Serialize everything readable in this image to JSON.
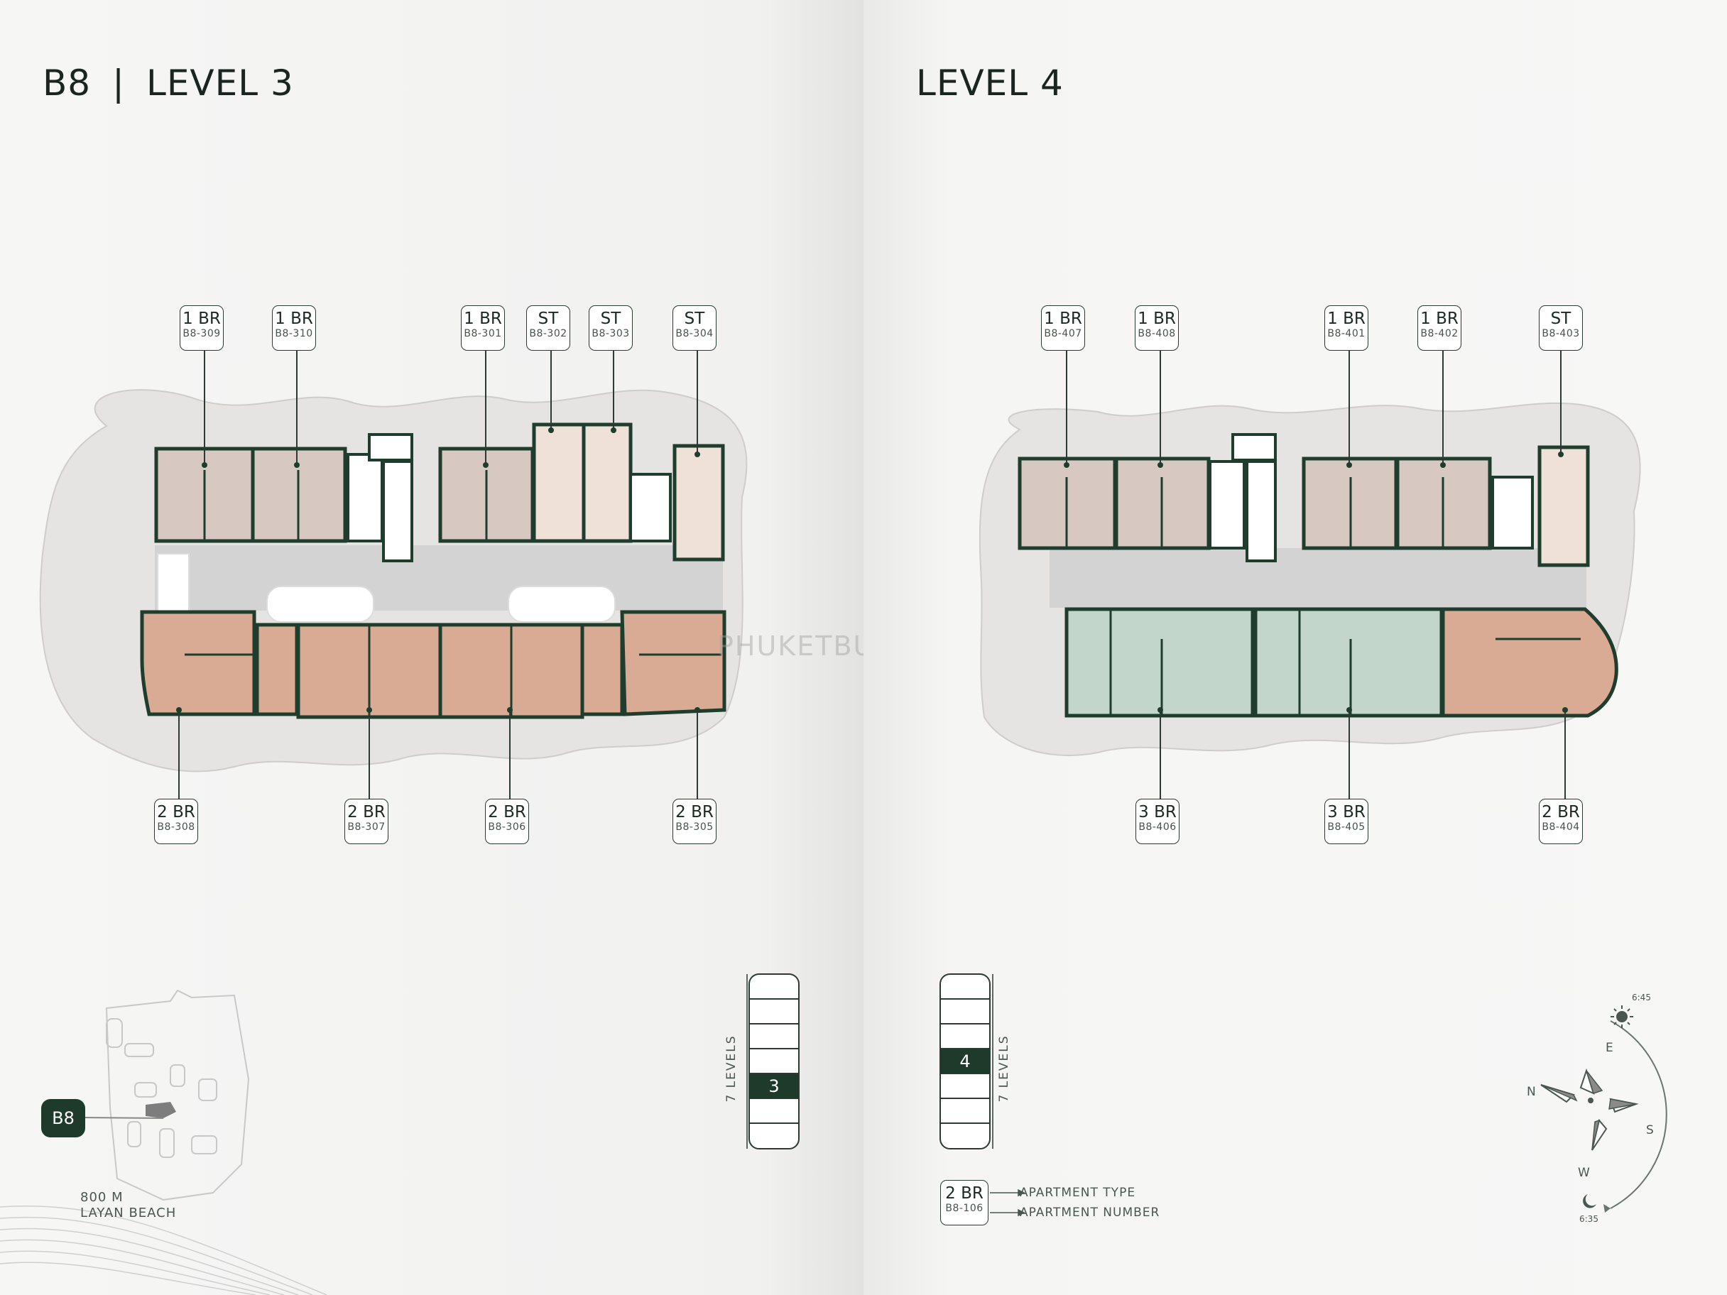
{
  "left_page": {
    "title_building": "B8",
    "title_separator": "|",
    "title_level": "LEVEL 3",
    "units_top": [
      {
        "type": "1 BR",
        "number": "B8-309"
      },
      {
        "type": "1 BR",
        "number": "B8-310"
      },
      {
        "type": "1 BR",
        "number": "B8-301"
      },
      {
        "type": "ST",
        "number": "B8-302"
      },
      {
        "type": "ST",
        "number": "B8-303"
      },
      {
        "type": "ST",
        "number": "B8-304"
      }
    ],
    "units_bottom": [
      {
        "type": "2 BR",
        "number": "B8-308"
      },
      {
        "type": "2 BR",
        "number": "B8-307"
      },
      {
        "type": "2 BR",
        "number": "B8-306"
      },
      {
        "type": "2 BR",
        "number": "B8-305"
      }
    ],
    "site_map": {
      "badge": "B8",
      "distance": "800 M",
      "beach": "LAYAN BEACH"
    },
    "levels_indicator": {
      "label": "7 LEVELS",
      "current": "3",
      "total_levels": 7,
      "current_index_from_bottom": 3
    }
  },
  "right_page": {
    "title_level": "LEVEL 4",
    "units_top": [
      {
        "type": "1 BR",
        "number": "B8-407"
      },
      {
        "type": "1 BR",
        "number": "B8-408"
      },
      {
        "type": "1 BR",
        "number": "B8-401"
      },
      {
        "type": "1 BR",
        "number": "B8-402"
      },
      {
        "type": "ST",
        "number": "B8-403"
      }
    ],
    "units_bottom": [
      {
        "type": "3 BR",
        "number": "B8-406"
      },
      {
        "type": "3 BR",
        "number": "B8-405"
      },
      {
        "type": "2 BR",
        "number": "B8-404"
      }
    ],
    "levels_indicator": {
      "label": "7 LEVELS",
      "current": "4",
      "total_levels": 7,
      "current_index_from_bottom": 4
    },
    "legend": {
      "type_example": "2 BR",
      "number_example": "B8-106",
      "type_label": "APARTMENT TYPE",
      "number_label": "APARTMENT NUMBER"
    },
    "compass": {
      "n": "N",
      "e": "E",
      "s": "S",
      "w": "W",
      "sunrise_time": "6:45",
      "sunset_time": "6:35"
    }
  },
  "watermark": "PHUKETBUYHOUSE.COM",
  "colors": {
    "dark_green": "#1e3a2b",
    "wall": "#1f3d2c",
    "rose_unit": "#d8c8c2",
    "terracotta_unit": "#d9ab95",
    "sage_unit": "#c3d6cb",
    "cream_unit": "#efe1d8",
    "corridor": "#d3d3d4",
    "site_blob": "#e6e3e3"
  }
}
